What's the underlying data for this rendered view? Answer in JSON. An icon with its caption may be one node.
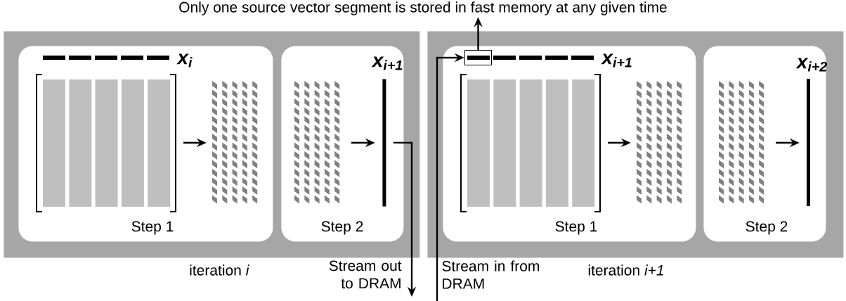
{
  "diagram": {
    "nodes": [
      {
        "text": [
          "iteration *i*"
        ]
      },
      {
        "text": [
          "Step 1"
        ],
        "in": 0
      },
      {
        "text": [
          "Step 2"
        ],
        "in": 0
      },
      {
        "text": [],
        "shape": "bar",
        "in": 2
      },
      {
        "text": [
          "iteration *i+1*"
        ]
      },
      {
        "text": [
          "Step 1"
        ],
        "in": 4
      },
      {
        "text": [
          "Step 2"
        ],
        "in": 4
      },
      {
        "text": [],
        "shape": "box",
        "in": 5
      },
      {
        "text": [
          "Only one source vector segment is stored in fast memory at any given time"
        ]
      }
    ],
    "edges": [
      {
        "from": 3,
        "to": null,
        "arrow": "to",
        "label": "Stream out to DRAM"
      },
      {
        "from": null,
        "to": 7,
        "arrow": "to",
        "label": "Stream in from DRAM"
      },
      {
        "from": 7,
        "to": 8,
        "arrow": "to"
      }
    ],
    "labels": [
      "x$_{i}$",
      "x$_{i+1}$",
      "x$_{i+1}$",
      "x$_{i+2}$"
    ]
  }
}
